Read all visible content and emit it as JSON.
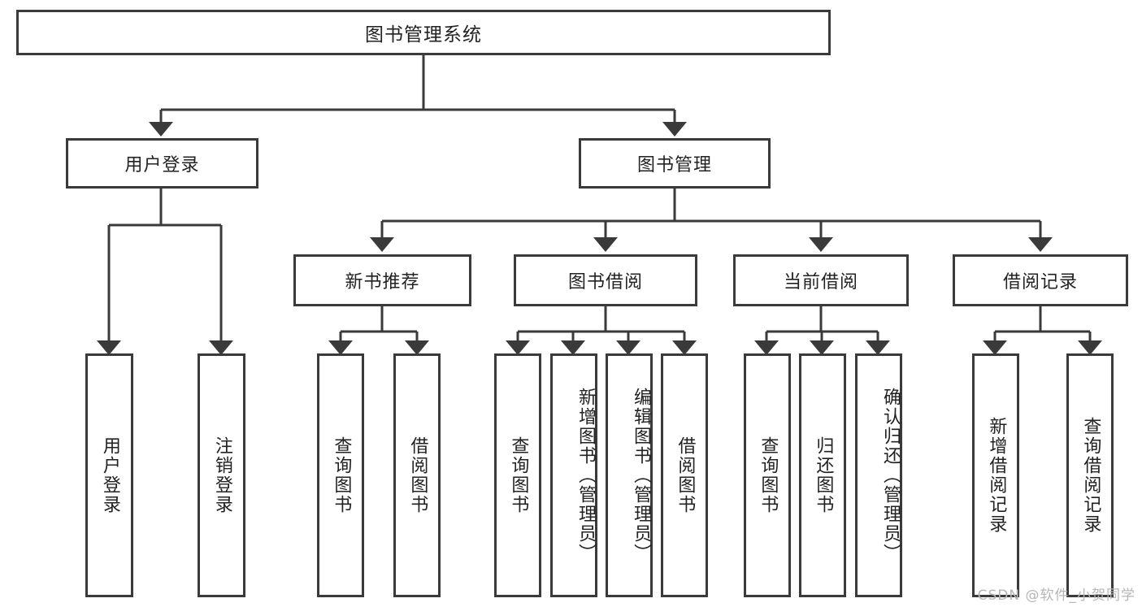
{
  "diagram": {
    "title": "图书管理系统",
    "watermark": "CSDN @软件_小贺同学",
    "colors": {
      "box_border": "#3a3a3a",
      "connector": "#3a3a3a",
      "background": "#ffffff",
      "text": "#222222",
      "watermark": "#b6b6b6"
    },
    "nodes": {
      "root": "图书管理系统",
      "level2": [
        {
          "id": "user-login",
          "label": "用户登录"
        },
        {
          "id": "book-manage",
          "label": "图书管理"
        }
      ],
      "level3": [
        {
          "id": "new-book-recommend",
          "label": "新书推荐"
        },
        {
          "id": "book-borrow",
          "label": "图书借阅"
        },
        {
          "id": "current-borrow",
          "label": "当前借阅"
        },
        {
          "id": "borrow-record",
          "label": "借阅记录"
        }
      ],
      "leaves_user_login": [
        {
          "id": "leaf-user-login",
          "label": "用户登录"
        },
        {
          "id": "leaf-logout-login",
          "label": "注销登录"
        }
      ],
      "leaves_new_book": [
        {
          "id": "leaf-query-book-1",
          "label": "查询图书"
        },
        {
          "id": "leaf-borrow-book-1",
          "label": "借阅图书"
        }
      ],
      "leaves_book_borrow": [
        {
          "id": "leaf-query-book-2",
          "label": "查询图书"
        },
        {
          "id": "leaf-add-book-admin",
          "label": "新增图书（管理员）"
        },
        {
          "id": "leaf-edit-book-admin",
          "label": "编辑图书（管理员）"
        },
        {
          "id": "leaf-borrow-book-2",
          "label": "借阅图书"
        }
      ],
      "leaves_current_borrow": [
        {
          "id": "leaf-query-book-3",
          "label": "查询图书"
        },
        {
          "id": "leaf-return-book",
          "label": "归还图书"
        },
        {
          "id": "leaf-confirm-return-admin",
          "label": "确认归还（管理员）"
        }
      ],
      "leaves_borrow_record": [
        {
          "id": "leaf-add-borrow-record",
          "label": "新增借阅记录"
        },
        {
          "id": "leaf-query-borrow-record",
          "label": "查询借阅记录"
        }
      ]
    }
  }
}
